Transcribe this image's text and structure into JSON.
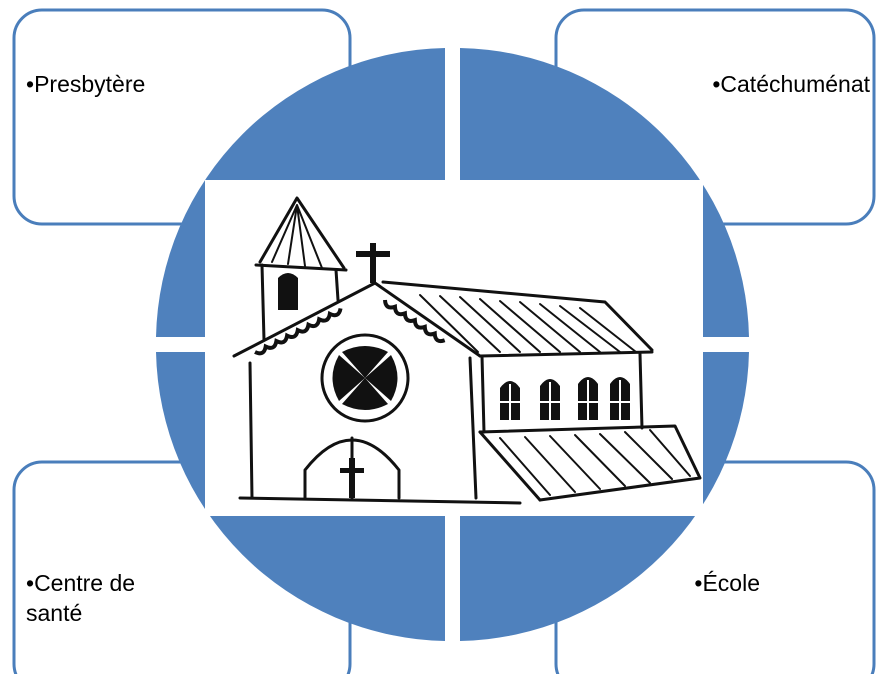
{
  "diagram": {
    "colors": {
      "box_border": "#4a7ebb",
      "box_fill": "#ffffff",
      "circle_fill": "#4f81bd",
      "drawing_ink": "#111111",
      "background": "#ffffff"
    },
    "quadrants": [
      {
        "id": "top-left",
        "bullet": "•",
        "text": "Presbytère"
      },
      {
        "id": "top-right",
        "bullet": "•",
        "text": "Catéchuménat"
      },
      {
        "id": "bottom-left",
        "bullet": "•",
        "text": "Centre de\nsanté"
      },
      {
        "id": "bottom-right",
        "bullet": "•",
        "text": "École"
      }
    ],
    "center_image": {
      "subject": "church-drawing"
    }
  }
}
